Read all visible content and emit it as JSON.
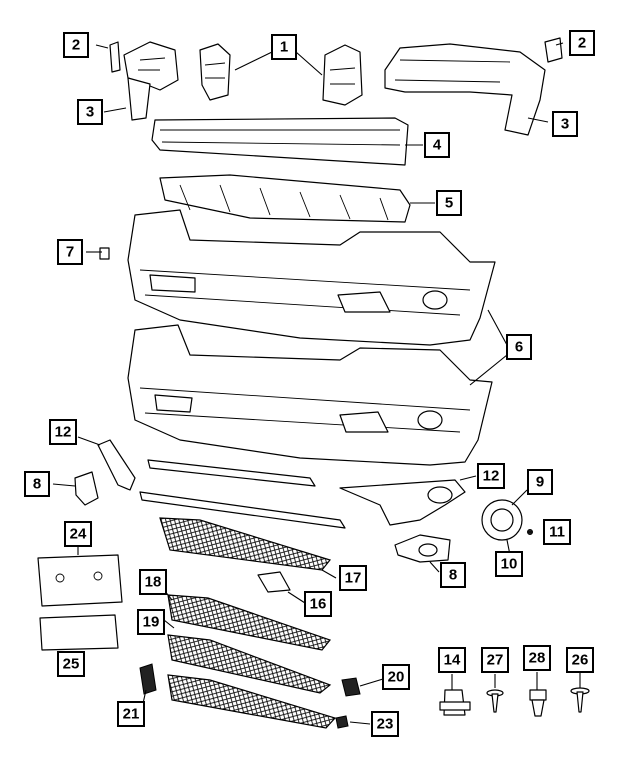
{
  "callouts": [
    {
      "id": "c1",
      "label": "1"
    },
    {
      "id": "c2a",
      "label": "2"
    },
    {
      "id": "c2b",
      "label": "2"
    },
    {
      "id": "c3a",
      "label": "3"
    },
    {
      "id": "c3b",
      "label": "3"
    },
    {
      "id": "c4",
      "label": "4"
    },
    {
      "id": "c5",
      "label": "5"
    },
    {
      "id": "c6",
      "label": "6"
    },
    {
      "id": "c7",
      "label": "7"
    },
    {
      "id": "c8a",
      "label": "8"
    },
    {
      "id": "c8b",
      "label": "8"
    },
    {
      "id": "c9",
      "label": "9"
    },
    {
      "id": "c10",
      "label": "10"
    },
    {
      "id": "c11",
      "label": "11"
    },
    {
      "id": "c12a",
      "label": "12"
    },
    {
      "id": "c12b",
      "label": "12"
    },
    {
      "id": "c14",
      "label": "14"
    },
    {
      "id": "c16",
      "label": "16"
    },
    {
      "id": "c17",
      "label": "17"
    },
    {
      "id": "c18",
      "label": "18"
    },
    {
      "id": "c19",
      "label": "19"
    },
    {
      "id": "c20",
      "label": "20"
    },
    {
      "id": "c21",
      "label": "21"
    },
    {
      "id": "c23",
      "label": "23"
    },
    {
      "id": "c24",
      "label": "24"
    },
    {
      "id": "c25",
      "label": "25"
    },
    {
      "id": "c26",
      "label": "26"
    },
    {
      "id": "c27",
      "label": "27"
    },
    {
      "id": "c28",
      "label": "28"
    }
  ]
}
